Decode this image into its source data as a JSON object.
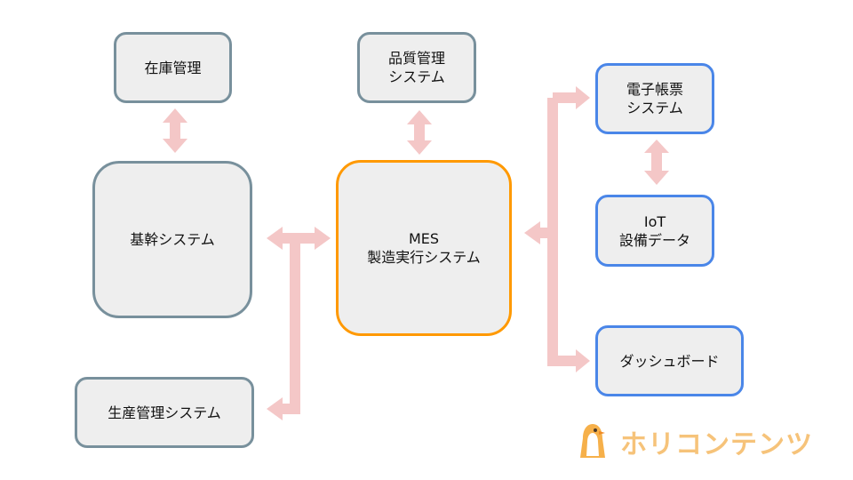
{
  "nodes": {
    "inventory": "在庫管理",
    "quality": "品質管理\nシステム",
    "erp": "基幹システム",
    "production": "生産管理システム",
    "mes": "MES\n製造実行システム",
    "e_form": "電子帳票\nシステム",
    "iot": "IoT\n設備データ",
    "dashboard": "ダッシュボード"
  },
  "logo": {
    "text": "ホリコンテンツ"
  },
  "colors": {
    "arrow": "#f4c7c7",
    "slate_border": "#78909c",
    "blue_border": "#4a86e8",
    "mes_border": "#ff9900",
    "box_fill": "#eeeeee",
    "logo": "#f6c37a"
  }
}
